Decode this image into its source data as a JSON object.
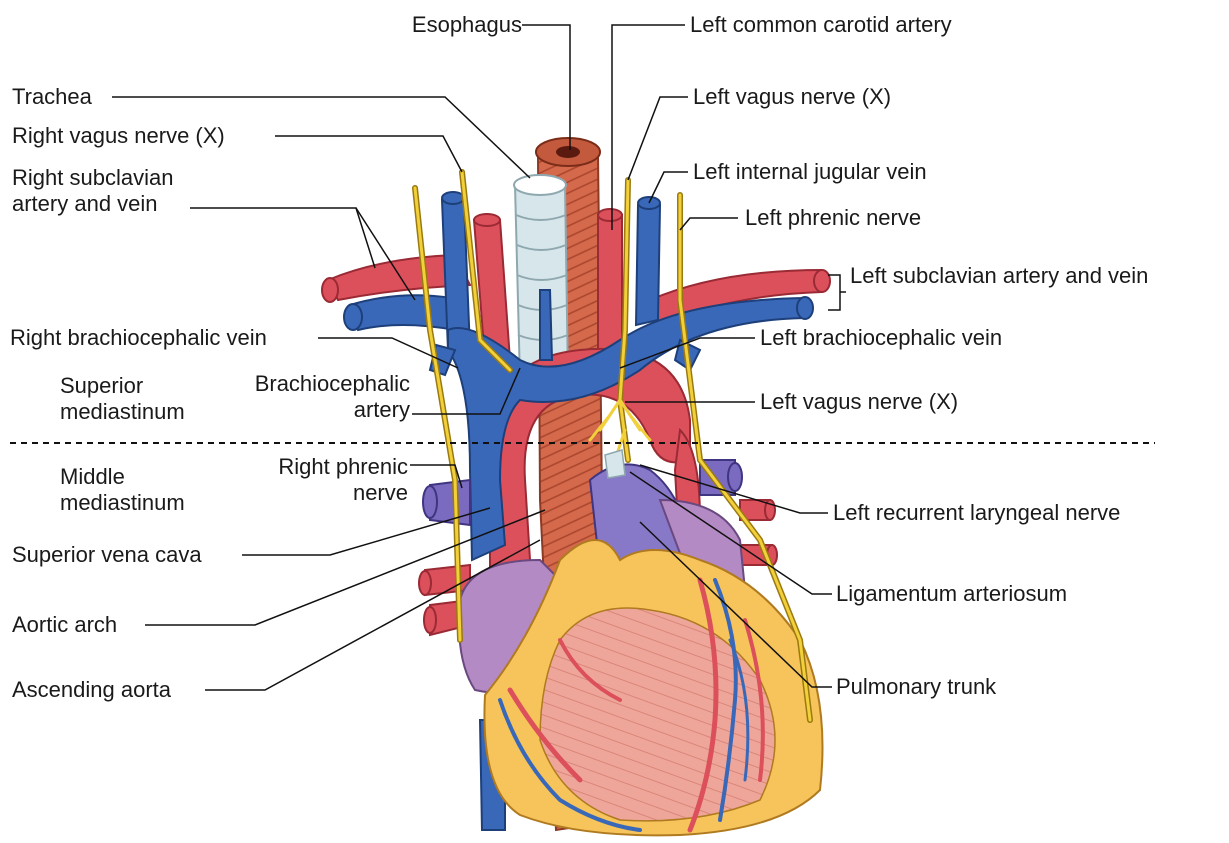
{
  "labels": {
    "esophagus": "Esophagus",
    "left_common_carotid": "Left common carotid artery",
    "trachea": "Trachea",
    "left_vagus_upper": "Left vagus nerve (X)",
    "right_vagus": "Right vagus nerve (X)",
    "left_internal_jugular": "Left internal jugular vein",
    "right_subclavian": "Right subclavian\nartery and vein",
    "left_phrenic": "Left phrenic nerve",
    "left_subclavian": "Left subclavian artery and vein",
    "right_brachiocephalic_vein": "Right brachiocephalic vein",
    "left_brachiocephalic_vein": "Left brachiocephalic vein",
    "superior_mediastinum": "Superior\nmediastinum",
    "brachiocephalic_artery": "Brachiocephalic\nartery",
    "left_vagus_lower": "Left vagus nerve (X)",
    "middle_mediastinum": "Middle\nmediastinum",
    "right_phrenic": "Right phrenic\nnerve",
    "left_recurrent_laryngeal": "Left recurrent laryngeal nerve",
    "superior_vena_cava": "Superior vena cava",
    "ligamentum_arteriosum": "Ligamentum arteriosum",
    "aortic_arch": "Aortic arch",
    "pulmonary_trunk": "Pulmonary trunk",
    "ascending_aorta": "Ascending aorta"
  },
  "colors": {
    "vein": "#3a68b8",
    "artery": "#dc505c",
    "nerve": "#f2d03c",
    "trachea": "#d6e6ea",
    "esophagus": "#d4694c",
    "atrium": "#b48ac4",
    "fat": "#f6c45a",
    "muscle": "#efa69a",
    "pulmonary": "#8878c8",
    "leader": "#111111"
  }
}
